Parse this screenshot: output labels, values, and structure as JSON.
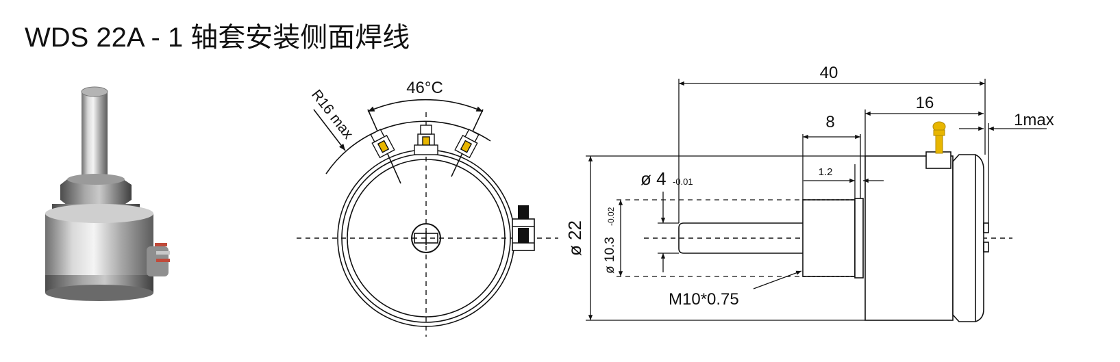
{
  "title": "WDS 22A - 1  轴套安装侧面焊线",
  "front_view": {
    "angle": "46°C",
    "radius": "R16 max"
  },
  "side_view": {
    "length_total": "40",
    "length_body": "16",
    "length_bushing": "8",
    "length_flange": "1.2",
    "rear_max": "1max",
    "shaft_dia": "ø 4",
    "shaft_tol": "-0.01",
    "body_dia": "ø 22",
    "bushing_dia": "ø 10.3",
    "bushing_tol": "-0.02",
    "thread": "M10*0.75"
  },
  "colors": {
    "line": "#111111",
    "terminal_gold": "#e8b600",
    "metal_light": "#d7d7d7",
    "metal_dark": "#7d7d7d"
  }
}
